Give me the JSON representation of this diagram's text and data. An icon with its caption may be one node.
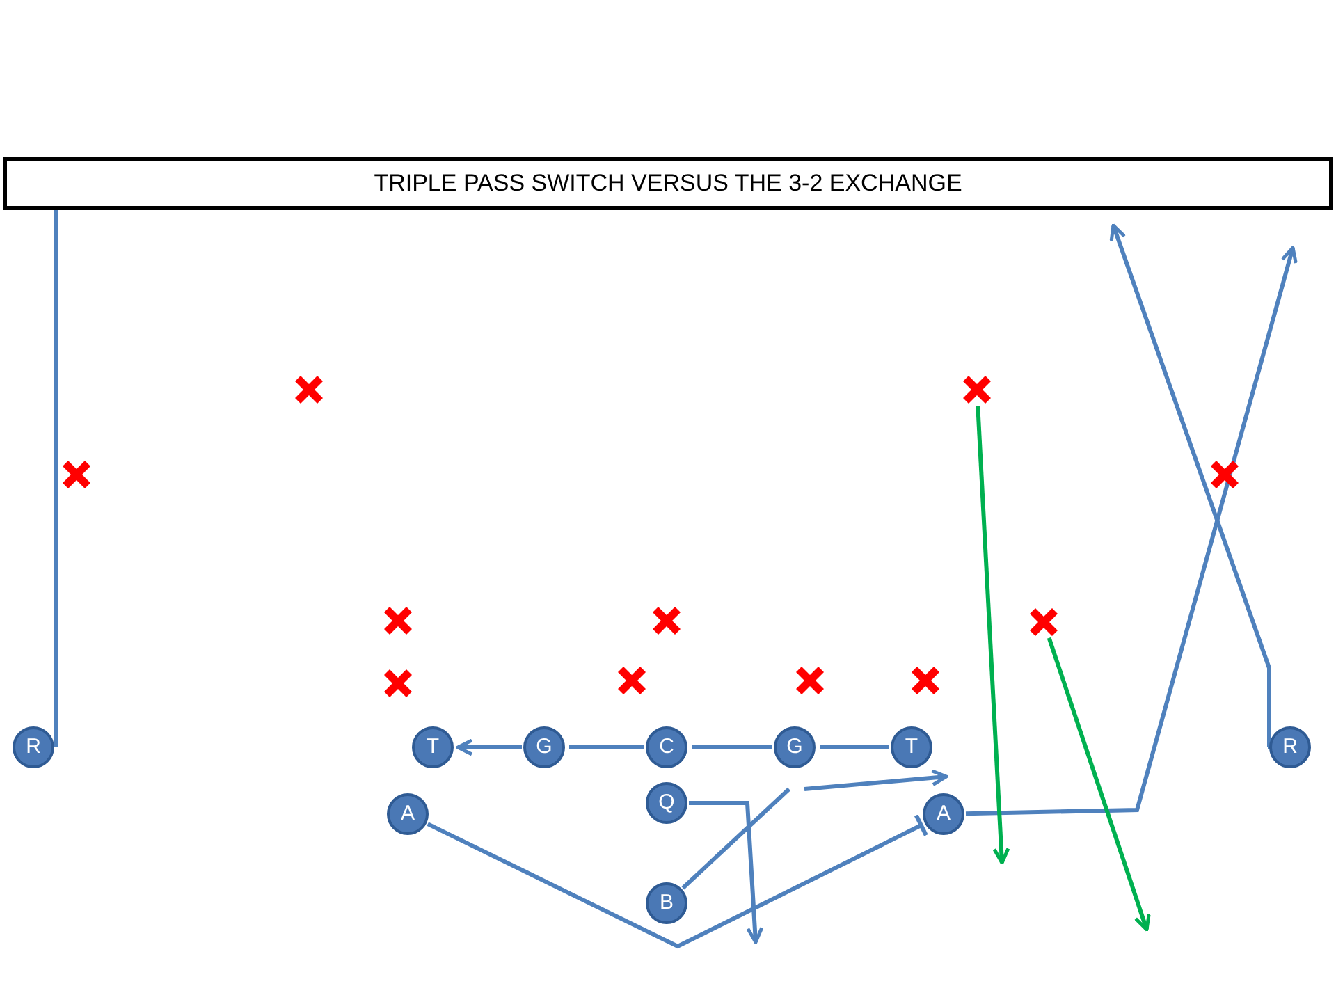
{
  "diagram": {
    "title": "TRIPLE PASS SWITCH VERSUS THE 3-2 EXCHANGE",
    "nodes": [
      {
        "text": [],
        "shape": "cross"
      },
      {
        "text": [],
        "shape": "cross"
      },
      {
        "text": [],
        "shape": "cross"
      },
      {
        "text": [],
        "shape": "cross"
      },
      {
        "text": [],
        "shape": "cross"
      },
      {
        "text": [],
        "shape": "cross"
      },
      {
        "text": [],
        "shape": "cross"
      },
      {
        "text": [],
        "shape": "cross"
      },
      {
        "text": [],
        "shape": "cross"
      },
      {
        "text": [],
        "shape": "cross"
      },
      {
        "text": [],
        "shape": "cross"
      },
      {
        "text": [
          "R"
        ]
      },
      {
        "text": [
          "T"
        ]
      },
      {
        "text": [
          "G"
        ]
      },
      {
        "text": [
          "C"
        ]
      },
      {
        "text": [
          "G"
        ]
      },
      {
        "text": [
          "T"
        ]
      },
      {
        "text": [
          "R"
        ]
      },
      {
        "text": [
          "Q"
        ]
      },
      {
        "text": [
          "A"
        ]
      },
      {
        "text": [
          "A"
        ]
      },
      {
        "text": [
          "B"
        ]
      }
    ],
    "edges": [
      {
        "from": 11,
        "to": null,
        "arrow": "to"
      },
      {
        "from": 16,
        "to": 15,
        "arrow": "none"
      },
      {
        "from": 15,
        "to": 14,
        "arrow": "none"
      },
      {
        "from": 14,
        "to": 13,
        "arrow": "none"
      },
      {
        "from": 13,
        "to": 12,
        "arrow": "to"
      },
      {
        "from": 18,
        "to": null,
        "arrow": "to"
      },
      {
        "from": 21,
        "to": null,
        "arrow": "none"
      },
      {
        "from": null,
        "to": 20,
        "arrow": "to"
      },
      {
        "from": 19,
        "to": 20,
        "arrow": "other"
      },
      {
        "from": 20,
        "to": null,
        "arrow": "to"
      },
      {
        "from": 17,
        "to": null,
        "arrow": "to"
      },
      {
        "from": 1,
        "to": null,
        "arrow": "to",
        "color": "#00b050"
      },
      {
        "from": 6,
        "to": null,
        "arrow": "to",
        "color": "#00b050"
      }
    ]
  }
}
